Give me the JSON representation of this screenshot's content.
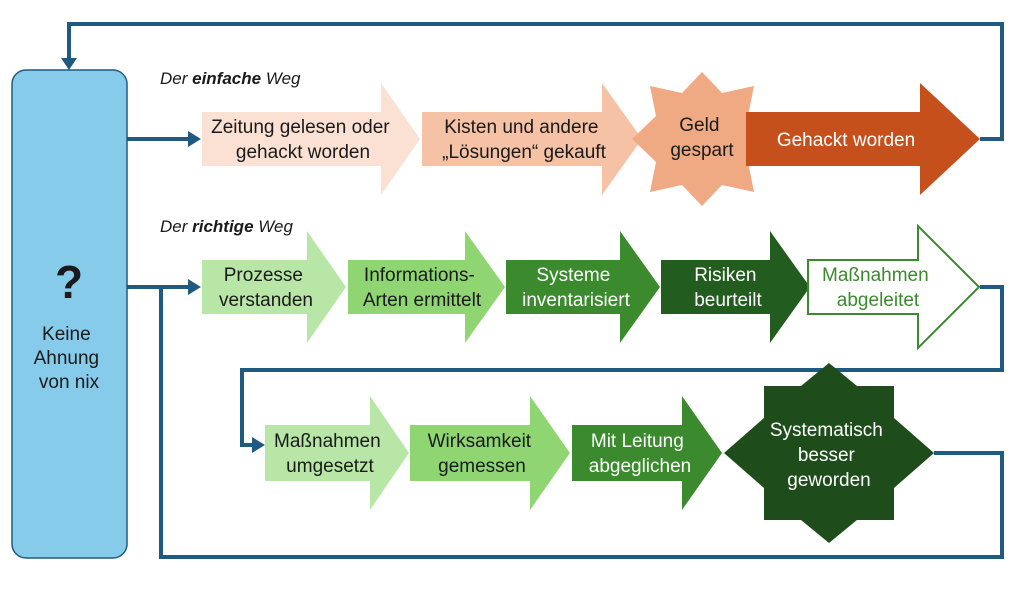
{
  "colors": {
    "connector": "#1f5a80",
    "start_box": "#87cbeb",
    "start_box_border": "#1f5a80",
    "orange_1": "#fbe1d3",
    "orange_2": "#f5c2a5",
    "orange_3": "#efaa84",
    "orange_4": "#c5501c",
    "green_1": "#b8e6a6",
    "green_2": "#8fd672",
    "green_3": "#3b8a2e",
    "green_4": "#225c1f",
    "green_outline": "#3b8a2e",
    "green_star": "#1e4d1b",
    "text_dark": "#1a1a1a",
    "text_light": "#ffffff",
    "text_green": "#3b8a2e"
  },
  "start": {
    "symbol": "?",
    "label": [
      "Keine",
      "Ahnung",
      "von nix"
    ]
  },
  "easy_path": {
    "heading_prefix": "Der ",
    "heading_emphasis": "einfache",
    "heading_suffix": " Weg",
    "steps": [
      {
        "label": [
          "Zeitung gelesen oder",
          "gehackt worden"
        ],
        "shape": "arrow"
      },
      {
        "label": [
          "Kisten und andere",
          "„Lösungen“ gekauft"
        ],
        "shape": "arrow"
      },
      {
        "label": [
          "Geld",
          "gespart"
        ],
        "shape": "star"
      },
      {
        "label": [
          "Gehackt worden"
        ],
        "shape": "arrow"
      }
    ]
  },
  "right_path": {
    "heading_prefix": "Der ",
    "heading_emphasis": "richtige",
    "heading_suffix": " Weg",
    "row1": [
      {
        "label": [
          "Prozesse",
          "verstanden"
        ],
        "shape": "arrow"
      },
      {
        "label": [
          "Informations-",
          "Arten ermittelt"
        ],
        "shape": "arrow"
      },
      {
        "label": [
          "Systeme",
          "inventarisiert"
        ],
        "shape": "arrow"
      },
      {
        "label": [
          "Risiken",
          "beurteilt"
        ],
        "shape": "arrow"
      },
      {
        "label": [
          "Maßnahmen",
          "abgeleitet"
        ],
        "shape": "arrow-outline"
      }
    ],
    "row2": [
      {
        "label": [
          "Maßnahmen",
          "umgesetzt"
        ],
        "shape": "arrow"
      },
      {
        "label": [
          "Wirksamkeit",
          "gemessen"
        ],
        "shape": "arrow"
      },
      {
        "label": [
          "Mit Leitung",
          "abgeglichen"
        ],
        "shape": "arrow"
      },
      {
        "label": [
          "Systematisch",
          "besser",
          "geworden"
        ],
        "shape": "star"
      }
    ]
  }
}
